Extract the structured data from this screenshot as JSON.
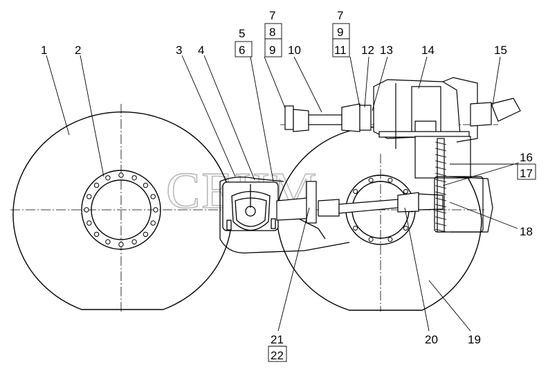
{
  "watermark": "CEIIM",
  "callouts": [
    {
      "id": "c1",
      "text": "1"
    },
    {
      "id": "c2",
      "text": "2"
    },
    {
      "id": "c3",
      "text": "3"
    },
    {
      "id": "c4",
      "text": "4"
    },
    {
      "id": "c5",
      "text": "5"
    },
    {
      "id": "c6",
      "text": "6"
    },
    {
      "id": "c7a",
      "text": "7"
    },
    {
      "id": "c8",
      "text": "8"
    },
    {
      "id": "c9a",
      "text": "9"
    },
    {
      "id": "c10",
      "text": "10"
    },
    {
      "id": "c7b",
      "text": "7"
    },
    {
      "id": "c9b",
      "text": "9"
    },
    {
      "id": "c11",
      "text": "11"
    },
    {
      "id": "c12",
      "text": "12"
    },
    {
      "id": "c13",
      "text": "13"
    },
    {
      "id": "c14",
      "text": "14"
    },
    {
      "id": "c15",
      "text": "15"
    },
    {
      "id": "c16",
      "text": "16"
    },
    {
      "id": "c17",
      "text": "17"
    },
    {
      "id": "c18",
      "text": "18"
    },
    {
      "id": "c19",
      "text": "19"
    },
    {
      "id": "c20",
      "text": "20"
    },
    {
      "id": "c21",
      "text": "21"
    },
    {
      "id": "c22",
      "text": "22"
    }
  ]
}
